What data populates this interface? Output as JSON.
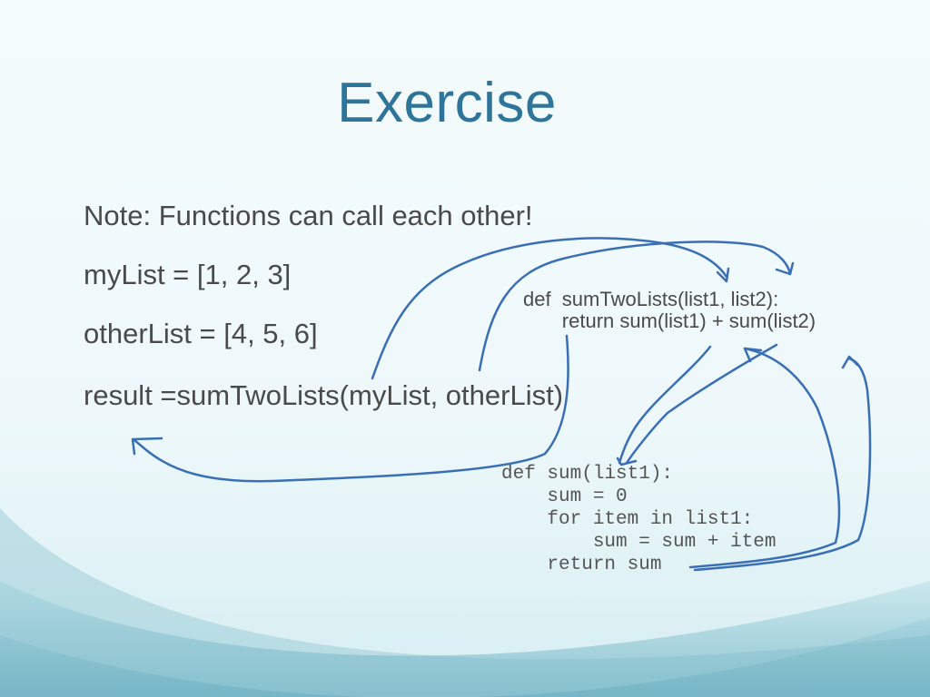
{
  "slide": {
    "title": "Exercise",
    "bullets": [
      "Note: Functions can call each other!",
      "myList = [1, 2, 3]",
      "otherList = [4, 5, 6]",
      "result =sumTwoLists(myList, otherList)"
    ],
    "code_sumTwoLists": [
      "def  sumTwoLists(list1, list2):",
      "       return sum(list1) + sum(list2)"
    ],
    "code_sum": [
      "def sum(list1):",
      "    sum = 0",
      "    for item in list1:",
      "        sum = sum + item",
      "    return sum"
    ]
  },
  "colors": {
    "title": "#2f7499",
    "body_text": "#4a4a4a",
    "ink": "#3a6fb5",
    "background_top": "#f3fbfd",
    "background_bottom": "#6fb3c4"
  }
}
